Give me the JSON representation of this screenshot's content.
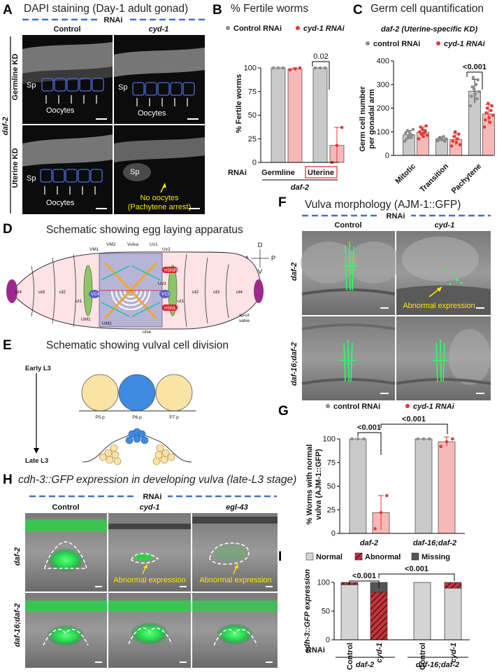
{
  "panels": {
    "A": {
      "label": "A",
      "title": "DAPI staining (Day-1 adult gonad)",
      "rnai_label": "RNAi",
      "columns": [
        "Control",
        "cyd-1"
      ],
      "rows": [
        "Germline KD",
        "Uterine KD"
      ],
      "group_label": "daf-2",
      "sp_label": "Sp",
      "oocytes_label": "Oocytes",
      "no_oocytes_label": "No oocytes",
      "pachytene_label": "(Pachytene arrest)"
    },
    "B": {
      "label": "B",
      "title": "% Fertile worms",
      "legend": [
        "Control RNAi",
        "cyd-1 RNAi"
      ],
      "ylabel": "% Fertile worms",
      "yticks": [
        "0",
        "25",
        "50",
        "75",
        "100"
      ],
      "xgroups": [
        "Germline",
        "Uterine"
      ],
      "rnai_label": "RNAi",
      "group_label": "daf-2",
      "pvalue": "0.02"
    },
    "C": {
      "label": "C",
      "title": "Germ cell quantification",
      "subtitle": "daf-2 (Uterine-specific KD)",
      "legend": [
        "control RNAi",
        "cyd-1 RNAi"
      ],
      "ylabel": "Germ cell number",
      "ylabel2": "per gonadal arm",
      "yticks": [
        "0",
        "100",
        "200",
        "300",
        "400"
      ],
      "categories": [
        "Mitotic",
        "Transition",
        "Pachytene"
      ],
      "pvalue": "<0.001"
    },
    "D": {
      "label": "D",
      "title": "Schematic showing egg laying apparatus",
      "labels": [
        "ut4",
        "ut3",
        "ut2",
        "ut1",
        "UM1",
        "UM2",
        "utse",
        "VM1",
        "VM2",
        "Vulva",
        "Uv1",
        "Uv2",
        "Uv3",
        "HSNR",
        "HSNL",
        "VC4",
        "VC5",
        "ut1",
        "ut2",
        "ut3",
        "ut4",
        "sp-ut",
        "valve"
      ],
      "compass": [
        "D",
        "A",
        "P",
        "V"
      ]
    },
    "E": {
      "label": "E",
      "title": "Schematic showing vulval cell division",
      "early": "Early L3",
      "late": "Late L3",
      "cells": [
        "P5.p",
        "P6.p",
        "P7.p"
      ]
    },
    "F": {
      "label": "F",
      "title": "Vulva morphology (AJM-1::GFP)",
      "rnai_label": "RNAi",
      "columns": [
        "Control",
        "cyd-1"
      ],
      "rows": [
        "daf-2",
        "daf-16;daf-2"
      ],
      "annotation": "Abnormal expression"
    },
    "G": {
      "label": "G",
      "legend": [
        "control RNAi",
        "cyd-1 RNAi"
      ],
      "ylabel1": "% Worms with normal",
      "ylabel2": "vulva (AJM-1::GFP)",
      "yticks": [
        "0",
        "25",
        "50",
        "75",
        "100"
      ],
      "xgroups": [
        "daf-2",
        "daf-16;daf-2"
      ],
      "pvalues": [
        "<0.001",
        "<0.001"
      ]
    },
    "H": {
      "label": "H",
      "title": "cdh-3::GFP expression in developing vulva (late-L3 stage)",
      "rnai_label": "RNAi",
      "columns": [
        "Control",
        "cyd-1",
        "egl-43"
      ],
      "rows": [
        "daf-2",
        "daf-16;daf-2"
      ],
      "annotation": "Abnormal expression"
    },
    "I": {
      "label": "I",
      "legend": [
        "Normal",
        "Abnormal",
        "Missing"
      ],
      "ylabel": "cdh-3::GFP expression",
      "yticks": [
        "0",
        "50",
        "100"
      ],
      "xlabels": [
        "Control",
        "cyd-1",
        "Control",
        "cyd-1"
      ],
      "rnai_label": "RNAi",
      "groups": [
        "daf-2",
        "daf-16;daf-2"
      ],
      "pvalues": [
        "<0.001",
        "<0.001"
      ]
    }
  },
  "chart_data": [
    {
      "panel": "B",
      "type": "bar",
      "categories": [
        "Germline",
        "Uterine"
      ],
      "series": [
        {
          "name": "Control RNAi",
          "values": [
            100,
            100
          ],
          "color": "#c9c9c9",
          "points": [
            [
              100,
              100,
              100
            ],
            [
              100,
              100,
              100
            ]
          ]
        },
        {
          "name": "cyd-1 RNAi",
          "values": [
            99,
            18
          ],
          "errors": [
            1,
            19
          ],
          "color": "#f7b8b8",
          "points": [
            [
              98,
              99,
              100
            ],
            [
              0,
              18,
              37
            ]
          ]
        }
      ],
      "ylim": [
        0,
        100
      ]
    },
    {
      "panel": "C",
      "type": "bar",
      "categories": [
        "Mitotic",
        "Transition",
        "Pachytene"
      ],
      "series": [
        {
          "name": "control RNAi",
          "values": [
            87,
            70,
            272
          ],
          "errors": [
            18,
            10,
            50
          ],
          "color": "#c9c9c9",
          "points": [
            [
              60,
              95,
              70,
              105,
              80,
              100,
              90,
              75,
              85,
              110
            ],
            [
              62,
              72,
              68,
              75,
              66,
              80,
              60,
              70
            ],
            [
              210,
              250,
              290,
              330,
              280,
              260,
              300,
              240,
              320,
              270
            ]
          ]
        },
        {
          "name": "cyd-1 RNAi",
          "values": [
            98,
            68,
            175
          ],
          "errors": [
            22,
            25,
            40
          ],
          "color": "#f7b8b8",
          "points": [
            [
              70,
              100,
              120,
              90,
              110,
              80,
              95,
              105,
              125,
              85
            ],
            [
              40,
              60,
              80,
              100,
              55,
              70,
              90,
              45
            ],
            [
              120,
              150,
              180,
              200,
              220,
              160,
              140,
              190,
              210,
              170
            ]
          ]
        }
      ],
      "ylim": [
        0,
        400
      ]
    },
    {
      "panel": "G",
      "type": "bar",
      "categories": [
        "daf-2",
        "daf-16;daf-2"
      ],
      "series": [
        {
          "name": "control RNAi",
          "values": [
            100,
            100
          ],
          "color": "#c9c9c9",
          "points": [
            [
              100,
              100,
              100
            ],
            [
              100,
              100,
              100
            ]
          ]
        },
        {
          "name": "cyd-1 RNAi",
          "values": [
            22,
            97
          ],
          "errors": [
            18,
            5
          ],
          "color": "#f7b8b8",
          "points": [
            [
              5,
              22,
              40
            ],
            [
              92,
              97,
              100
            ]
          ]
        }
      ],
      "ylim": [
        0,
        100
      ]
    },
    {
      "panel": "I",
      "type": "bar",
      "stacked": true,
      "categories": [
        "Control",
        "cyd-1",
        "Control",
        "cyd-1"
      ],
      "series": [
        {
          "name": "Normal",
          "values": [
            96,
            0,
            100,
            90
          ],
          "color": "#d4d4d4"
        },
        {
          "name": "Abnormal",
          "values": [
            4,
            83,
            0,
            10
          ],
          "color": "#c8313b"
        },
        {
          "name": "Missing",
          "values": [
            0,
            17,
            0,
            0
          ],
          "color": "#555555"
        }
      ],
      "ylim": [
        0,
        100
      ]
    }
  ],
  "colors": {
    "dash": "#4472c4",
    "control": "#c9c9c9",
    "cyd1": "#f7b8b8",
    "point_red": "#e53935",
    "gfp": "#39ff6a",
    "annot": "#ffe600"
  }
}
